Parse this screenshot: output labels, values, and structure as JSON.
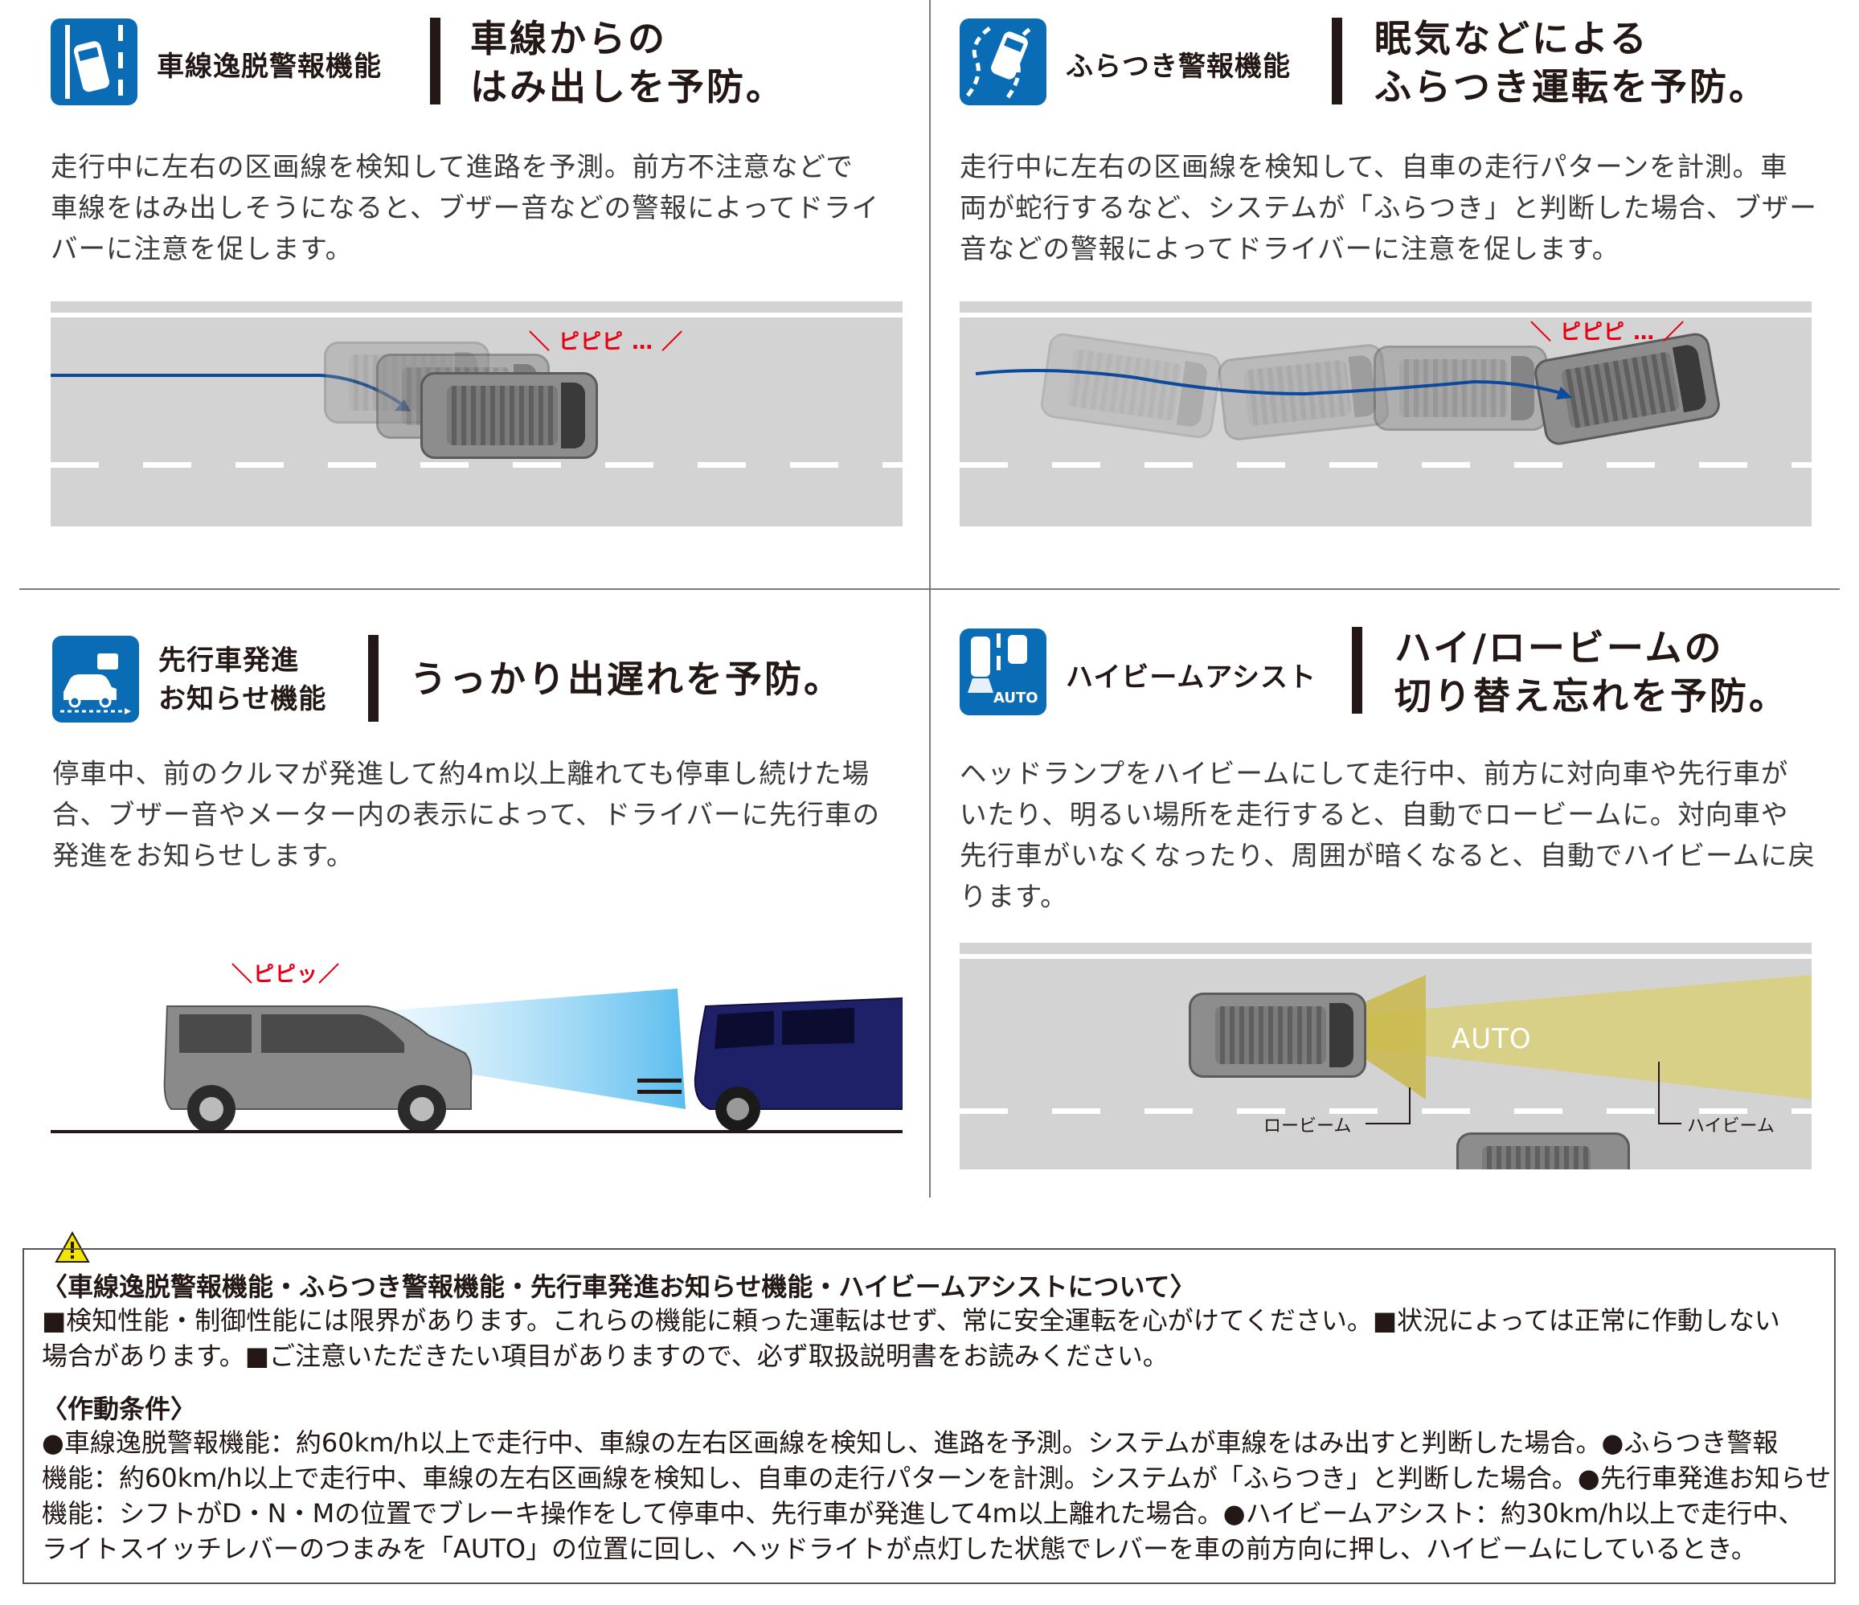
{
  "colors": {
    "icon_blue": "#0a6cb5",
    "alert_red": "#e60012",
    "path_blue": "#0d4a9c",
    "beam_yellow": "#d8cf6c"
  },
  "features": [
    {
      "icon": "lane-departure-icon",
      "name": "車線逸脱警報機能",
      "headline": [
        "車線からの",
        "はみ出しを予防。"
      ],
      "description": [
        "走行中に左右の区画線を検知して進路を予測。前方不注意などで",
        "車線をはみ出しそうになると、ブザー音などの警報によってドライ",
        "バーに注意を促します。"
      ],
      "alert": "＼ ピピピ … ／"
    },
    {
      "icon": "sway-warning-icon",
      "name": "ふらつき警報機能",
      "headline": [
        "眠気などによる",
        "ふらつき運転を予防。"
      ],
      "description": [
        "走行中に左右の区画線を検知して、自車の走行パターンを計測。車",
        "両が蛇行するなど、システムが「ふらつき」と判断した場合、ブザー",
        "音などの警報によってドライバーに注意を促します。"
      ],
      "alert": "＼ ピピピ … ／"
    },
    {
      "icon": "lead-vehicle-start-icon",
      "name": [
        "先行車発進",
        "お知らせ機能"
      ],
      "headline": [
        "うっかり出遅れを予防。"
      ],
      "description": [
        "停車中、前のクルマが発進して約4m以上離れても停車し続けた場",
        "合、ブザー音やメーター内の表示によって、ドライバーに先行車の",
        "発進をお知らせします。"
      ],
      "alert": "＼ピピッ／"
    },
    {
      "icon": "high-beam-assist-icon",
      "icon_text": "AUTO",
      "name": "ハイビームアシスト",
      "headline": [
        "ハイ/ロービームの",
        "切り替え忘れを予防。"
      ],
      "description": [
        "ヘッドランプをハイビームにして走行中、前方に対向車や先行車が",
        "いたり、明るい場所を走行すると、自動でロービームに。対向車や",
        "先行車がいなくなったり、周囲が暗くなると、自動でハイビームに戻",
        "ります。"
      ],
      "beam_auto": "AUTO",
      "low_beam": "ロービーム",
      "high_beam": "ハイビーム"
    }
  ],
  "notice": {
    "warning_icon": "warning-triangle-icon",
    "title": "〈車線逸脱警報機能・ふらつき警報機能・先行車発進お知らせ機能・ハイビームアシストについて〉",
    "body": [
      "■検知性能・制御性能には限界があります。これらの機能に頼った運転はせず、常に安全運転を心がけてください。■状況によっては正常に作動しない",
      "場合があります。■ご注意いただきたい項目がありますので、必ず取扱説明書をお読みください。"
    ],
    "cond_title": "〈作動条件〉",
    "cond_body": [
      "●車線逸脱警報機能：約60km/h以上で走行中、車線の左右区画線を検知し、進路を予測。システムが車線をはみ出すと判断した場合。●ふらつき警報",
      "機能：約60km/h以上で走行中、車線の左右区画線を検知し、自車の走行パターンを計測。システムが「ふらつき」と判断した場合。●先行車発進お知らせ",
      "機能：シフトがD・N・Mの位置でブレーキ操作をして停車中、先行車が発進して4m以上離れた場合。●ハイビームアシスト：約30km/h以上で走行中、",
      "ライトスイッチレバーのつまみを「AUTO」の位置に回し、ヘッドライトが点灯した状態でレバーを車の前方向に押し、ハイビームにしているとき。"
    ]
  }
}
